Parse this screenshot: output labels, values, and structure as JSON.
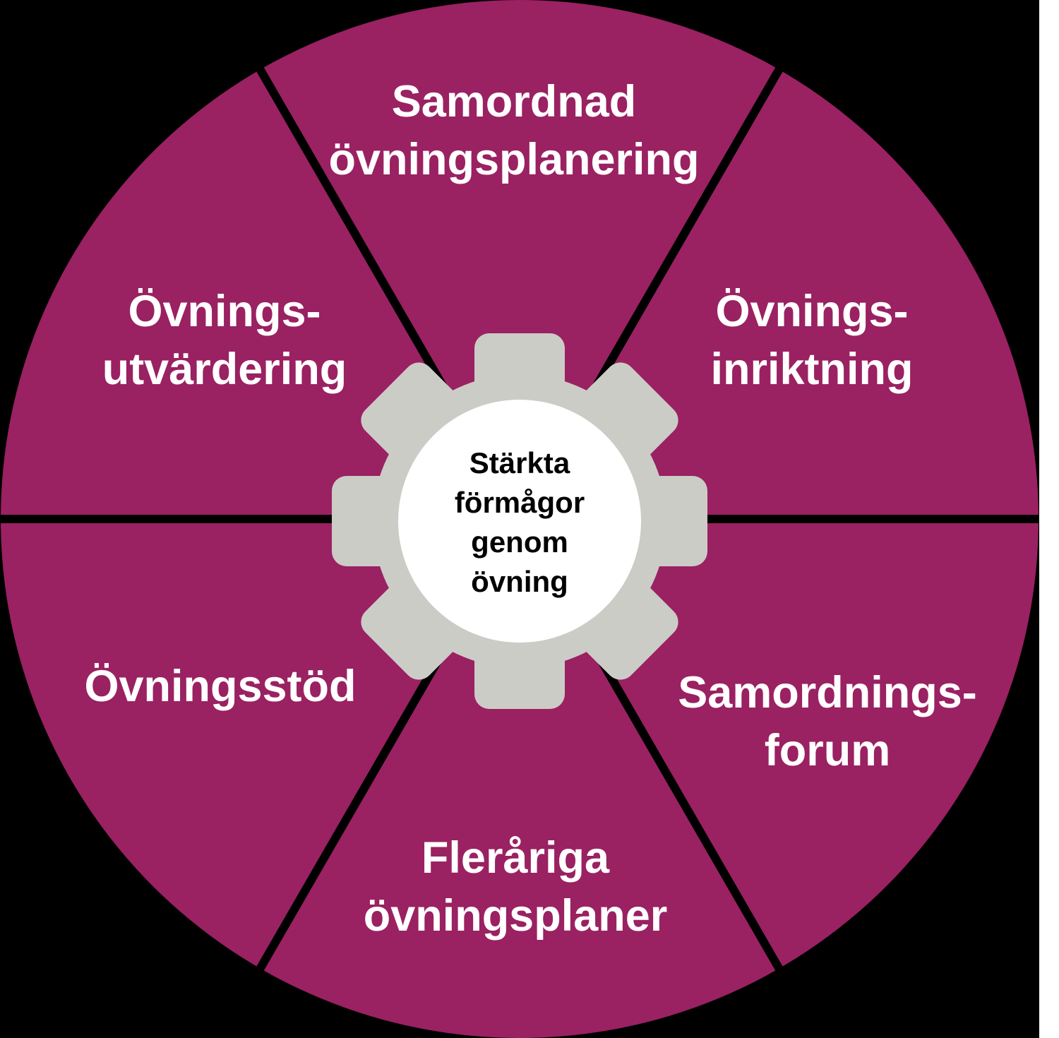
{
  "diagram": {
    "title": "Stärkta förmågor genom övning",
    "center": {
      "icon": "gear-icon",
      "label": "Stärkta\nförmågor\ngenom\növning"
    },
    "segments": [
      {
        "name": "samordnad-ovningsplanering",
        "position": "top",
        "label": "Samordnad\növningsplanering"
      },
      {
        "name": "ovningsinriktning",
        "position": "upper-right",
        "label": "Övnings-\ninriktning"
      },
      {
        "name": "samordningsforum",
        "position": "lower-right",
        "label": "Samordnings-\nforum"
      },
      {
        "name": "flerariga-ovningsplaner",
        "position": "bottom",
        "label": "Fleråriga\növningsplaner"
      },
      {
        "name": "ovningsstod",
        "position": "lower-left",
        "label": "Övningsstöd"
      },
      {
        "name": "ovningsutvardering",
        "position": "upper-left",
        "label": "Övnings-\nutvärdering"
      }
    ],
    "colors": {
      "background": "#000000",
      "wheel": "#9A2162",
      "divider": "#000000",
      "gear": "#CCCCC7",
      "gear_center": "#FFFFFF",
      "segment_text": "#FFFFFF",
      "center_text": "#000000",
      "page_margin": "#FFFFFF"
    }
  }
}
